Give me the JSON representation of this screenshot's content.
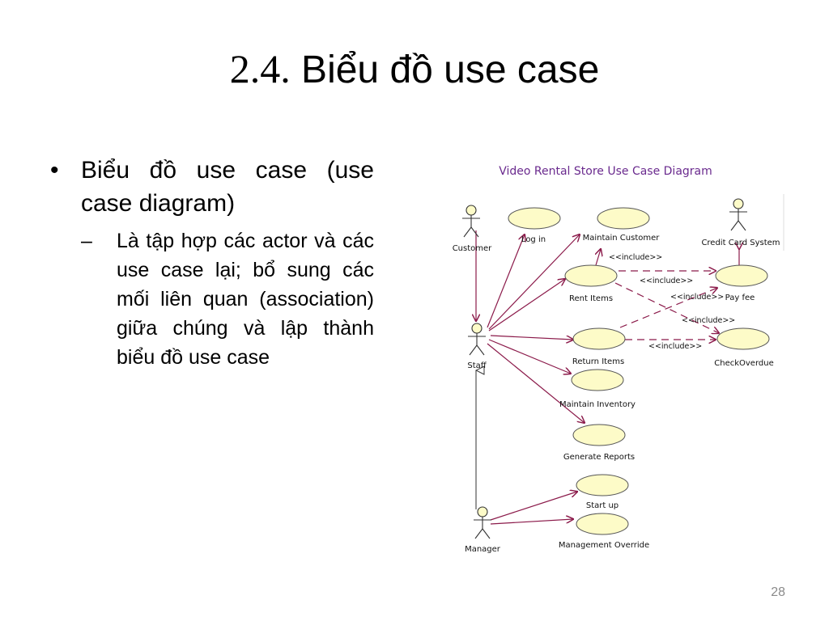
{
  "slide": {
    "title_number": "2.4.",
    "title_text": "Biểu đồ use case",
    "bullet_1": "Biểu đồ use case (use case diagram)",
    "bullet_1_marker": "•",
    "bullet_2": "Là tập hợp các actor và các use case lại; bổ sung các mối liên quan (association) giữa chúng và lập thành biểu đồ use case",
    "bullet_2_marker": "–",
    "page_number": "28"
  },
  "diagram": {
    "title": "Video Rental Store Use Case Diagram",
    "actors": {
      "customer": "Customer",
      "staff": "Staff",
      "manager": "Manager",
      "credit_card": "Credit Card System"
    },
    "use_cases": {
      "log_in": "Log in",
      "maintain_customer": "Maintain Customer",
      "rent_items": "Rent Items",
      "return_items": "Return Items",
      "maintain_inventory": "Maintain Inventory",
      "generate_reports": "Generate Reports",
      "start_up": "Start up",
      "management_override": "Management Override",
      "pay_fee": "Pay fee",
      "check_overdue": "CheckOverdue"
    },
    "include_label": "<<include>>",
    "colors": {
      "ellipse_fill": "#fdfbc8",
      "line": "#8b1a4a",
      "title": "#6a2a8e"
    }
  }
}
